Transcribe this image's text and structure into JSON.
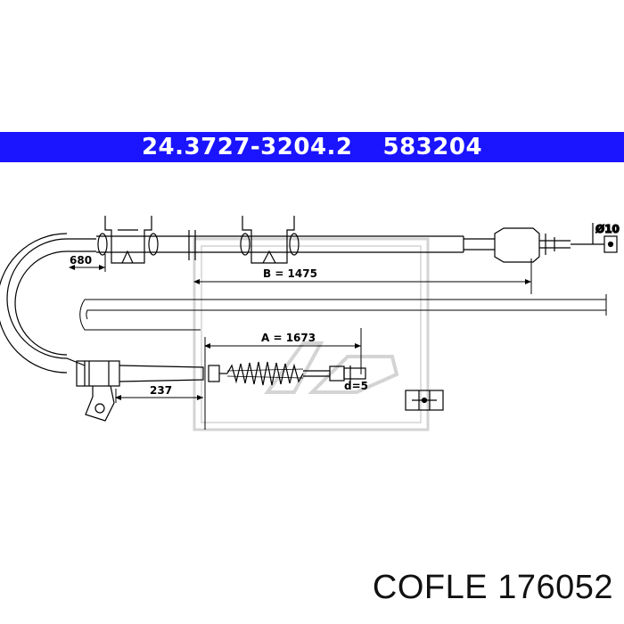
{
  "header": {
    "part_number": "24.3727-3204.2",
    "alt_number": "583204"
  },
  "dimensions": {
    "d680": "680",
    "b_length": "B = 1475",
    "a_length": "A = 1673",
    "d237": "237",
    "d5": "d=5",
    "diam10": "Ø10"
  },
  "footer": {
    "brand": "COFLE",
    "code": "176052"
  },
  "colors": {
    "banner": "#1a14ff",
    "line": "#000000",
    "watermark": "#d8d8d8"
  }
}
